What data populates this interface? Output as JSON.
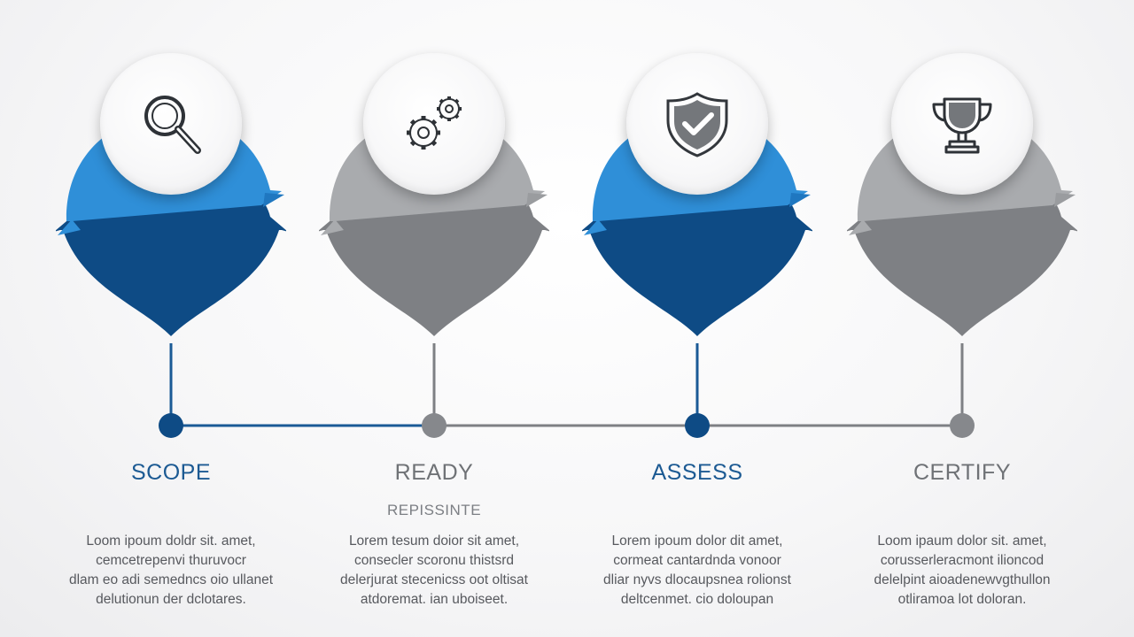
{
  "colors": {
    "blue_light": "#2f8fd8",
    "blue_dark": "#0e4b85",
    "blue_title": "#1c5a93",
    "gray_light": "#a9abae",
    "gray_dark": "#7e8084",
    "gray_title": "#6f7276",
    "line_blue": "#1a5a96",
    "line_gray": "#7e8084"
  },
  "steps": [
    {
      "title": "SCOPE",
      "subtitle": "",
      "icon": "magnifier-icon",
      "theme": "blue",
      "description": [
        "Loom ipoum doldr sit. amet,",
        "cemcetrepenvi thuruvocr",
        "dlam eo adi semedncs oio ullanet",
        "delutionun der dclotares."
      ]
    },
    {
      "title": "READY",
      "subtitle": "REPISSINTE",
      "icon": "gears-icon",
      "theme": "gray",
      "description": [
        "Lorem tesum doior sit amet,",
        "consecler scoronu thistsrd",
        "delerjurat stecenicss oot oltisat",
        "atdoremat. ian uboiseet."
      ]
    },
    {
      "title": "ASSESS",
      "subtitle": "",
      "icon": "shield-check-icon",
      "theme": "blue",
      "description": [
        "Lorem ipoum dolor dit amet,",
        "cormeat cantardnda vonoor",
        "dliar nyvs dlocaupsnea rolionst",
        "deltcenmet. cio doloupan"
      ]
    },
    {
      "title": "CERTIFY",
      "subtitle": "",
      "icon": "trophy-icon",
      "theme": "gray",
      "description": [
        "Loom ipaum dolor sit. amet,",
        "corusserleracmont ilioncod",
        "delelpint aioadenewvgthullon",
        "otliramoa lot doloran."
      ]
    }
  ]
}
